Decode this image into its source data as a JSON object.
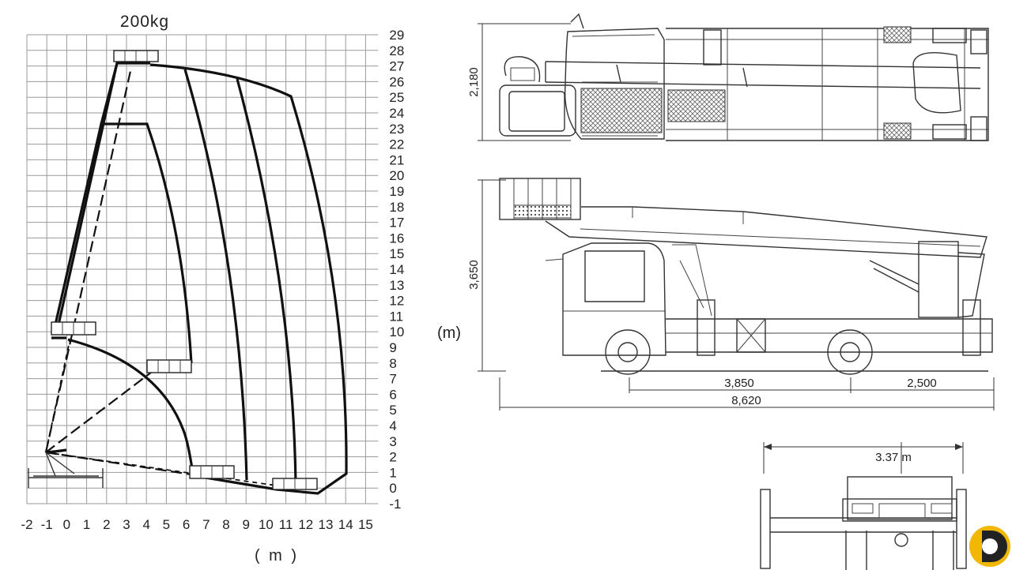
{
  "working_range": {
    "load_label": "200kg",
    "x_axis_unit": "( m )",
    "x_ticks": [
      "-2",
      "-1",
      "0",
      "1",
      "2",
      "3",
      "4",
      "5",
      "6",
      "7",
      "8",
      "9",
      "10",
      "11",
      "12",
      "13",
      "14",
      "15"
    ],
    "y_ticks": [
      "29",
      "28",
      "27",
      "26",
      "25",
      "24",
      "23",
      "22",
      "21",
      "20",
      "19",
      "18",
      "17",
      "16",
      "15",
      "14",
      "13",
      "12",
      "11",
      "10",
      "9",
      "8",
      "7",
      "6",
      "5",
      "4",
      "3",
      "2",
      "1",
      "0",
      "-1"
    ],
    "side_unit": "(m)"
  },
  "vehicle_drawings": {
    "top_view_width": "2,180",
    "side_view_height": "3,650",
    "wheelbase": "3,850",
    "rear_overhang": "2,500",
    "overall_length": "8,620",
    "outrigger_span": "3.37 m"
  },
  "brand": {
    "logo_icon": "circle-d-logo",
    "logo_color_yellow": "#f2b705",
    "logo_color_dark": "#222222"
  }
}
